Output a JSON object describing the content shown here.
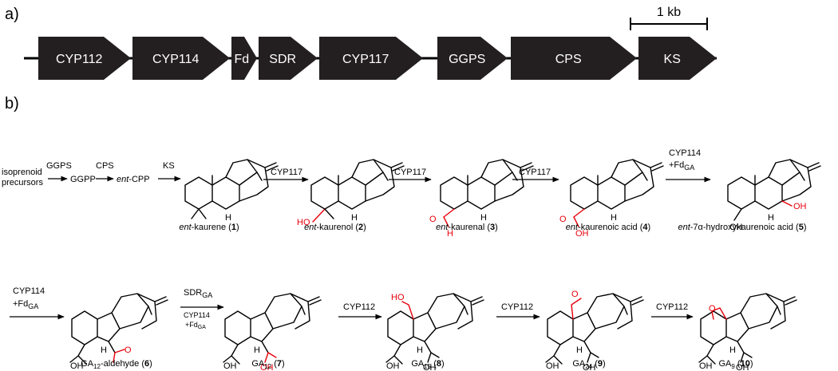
{
  "panels": {
    "a": "a)",
    "b": "b)"
  },
  "scale_label": "1 kb",
  "genes": [
    "CYP112",
    "CYP114",
    "Fd",
    "SDR",
    "CYP117",
    "GGPS",
    "CPS",
    "KS"
  ],
  "start": {
    "line1": "isoprenoid",
    "line2": "precursors",
    "ggps": "GGPS",
    "cps": "CPS",
    "ggpp": "GGPP",
    "entcpp_it": "ent",
    "entcpp": "-CPP",
    "ks": "KS"
  },
  "steps": {
    "s1": "CYP117",
    "s2": "CYP117",
    "s3": "CYP117",
    "s4a": "CYP114",
    "s4b": "+Fd",
    "s4sub": "GA",
    "s5a": "CYP114",
    "s5b": "+Fd",
    "s5sub": "GA",
    "s6a": "SDR",
    "s6sub": "GA",
    "s6b": "CYP114",
    "s6c": "+Fd",
    "s6csub": "GA",
    "s7": "CYP112",
    "s8": "CYP112",
    "s9": "CYP112"
  },
  "compounds": [
    {
      "pre": "ent",
      "name": "-kaurene (",
      "num": "1",
      "post": ")"
    },
    {
      "pre": "ent",
      "name": "-kaurenol (",
      "num": "2",
      "post": ")"
    },
    {
      "pre": "ent",
      "name": "-kaurenal (",
      "num": "3",
      "post": ")"
    },
    {
      "pre": "ent",
      "name": "-kaurenoic acid (",
      "num": "4",
      "post": ")"
    },
    {
      "pre": "ent",
      "name": "-7α-hydroxykaurenoic acid (",
      "num": "5",
      "post": ")"
    },
    {
      "pre": "GA",
      "sub": "12",
      "name": "-aldehyde (",
      "num": "6",
      "post": ")"
    },
    {
      "pre": "GA",
      "sub": "12",
      "name": " (",
      "num": "7",
      "post": ")"
    },
    {
      "pre": "GA",
      "sub": "15",
      "name": " (",
      "num": "8",
      "post": ")"
    },
    {
      "pre": "GA",
      "sub": "24",
      "name": " (",
      "num": "9",
      "post": ")"
    },
    {
      "pre": "GA",
      "sub": "9",
      "name": " (",
      "num": "10",
      "post": ")"
    }
  ],
  "atoms": {
    "H": "H",
    "O": "O",
    "OH": "OH",
    "HO": "HO"
  }
}
